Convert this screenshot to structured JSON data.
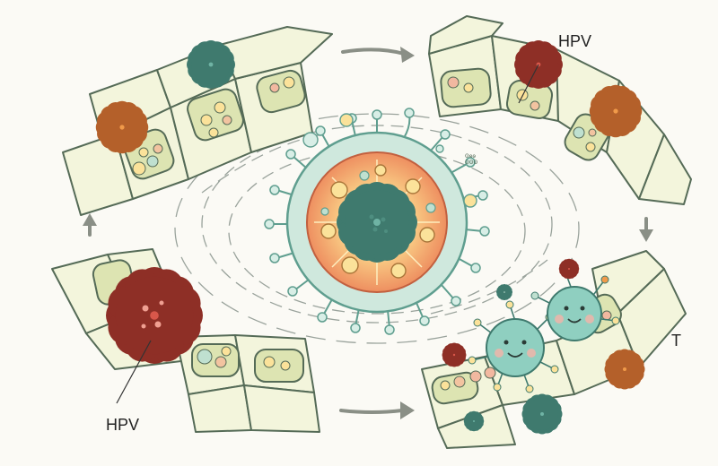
{
  "labels": {
    "hpv_top": "HPV",
    "hpv_bottom": "HPV",
    "t_label": "T",
    "tiny_text": "Ꙩꙩꙩ\nꙨꙨꙨ"
  },
  "colors": {
    "background": "#fbfaf5",
    "cell_fill": "#f3f5dc",
    "cell_stroke": "#556b57",
    "inner_fill": "#dde4b2",
    "arrow": "#8a8f86",
    "virus_red": "#d9574a",
    "virus_orange": "#f09a4a",
    "virus_teal": "#6fb3a4",
    "immune_cell": "#8fcfc0",
    "nucleus": "#f2a36c"
  },
  "icons": {
    "flow_arrows": "arrow-icon",
    "hpv_virus": "virus-icon",
    "immune_cell": "smiling-cell-icon",
    "infected_cell": "infected-cell-icon"
  }
}
